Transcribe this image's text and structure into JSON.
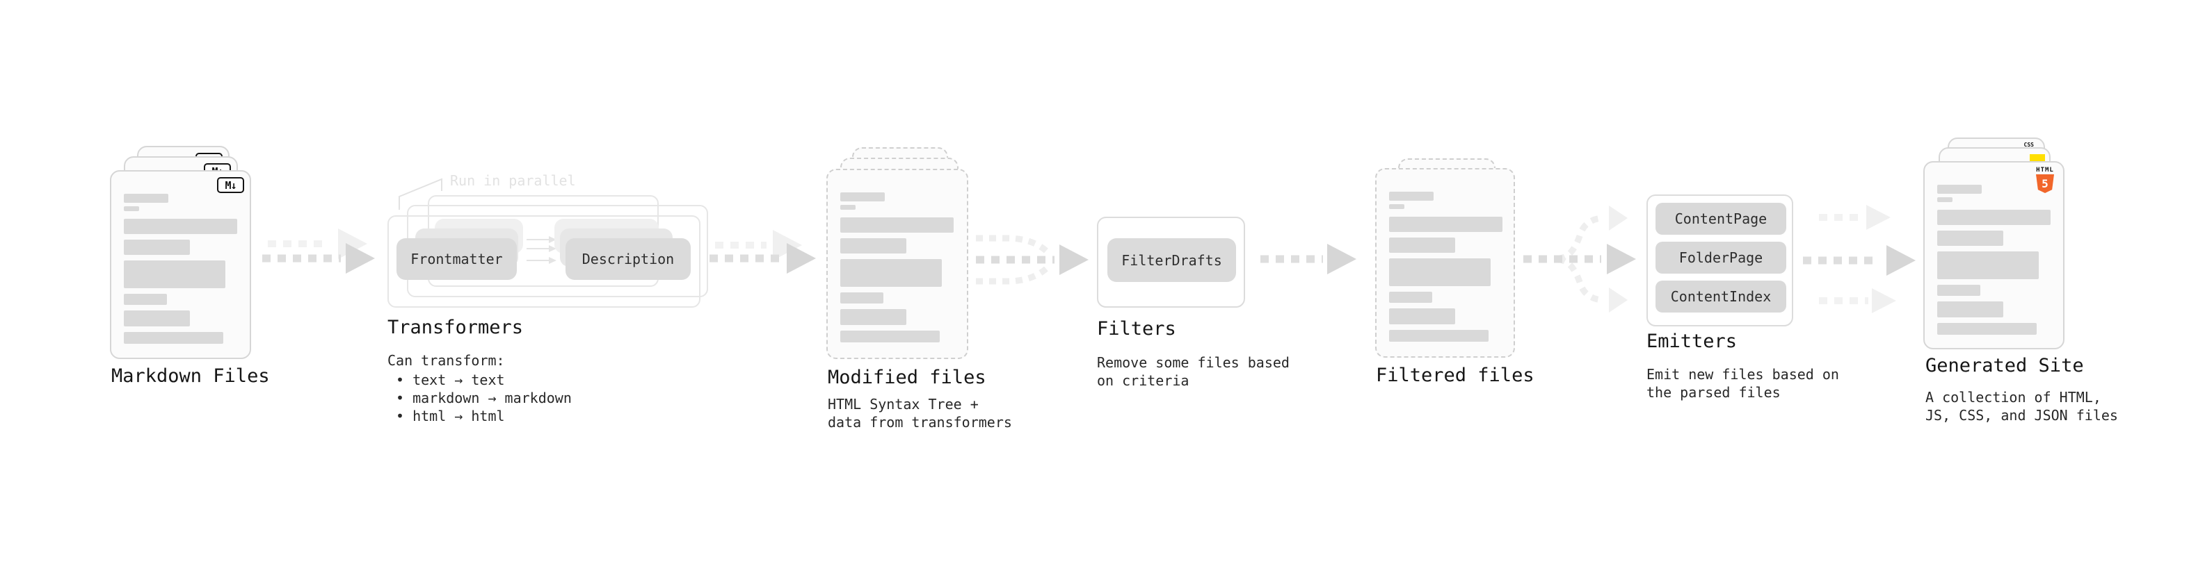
{
  "sections": {
    "markdown": {
      "title": "Markdown Files",
      "icon_label": "M↓"
    },
    "transformers": {
      "note": "Run in parallel",
      "chip_left": "Frontmatter",
      "chip_right": "Description",
      "title": "Transformers",
      "lines": [
        "Can transform:",
        "• text → text",
        "• markdown → markdown",
        "• html → html"
      ]
    },
    "modified": {
      "title": "Modified files",
      "lines": [
        "HTML Syntax Tree +",
        "data from transformers"
      ]
    },
    "filters": {
      "title": "Filters",
      "chip": "FilterDrafts",
      "lines": [
        "Remove some files based",
        "on criteria"
      ]
    },
    "filtered": {
      "title": "Filtered files"
    },
    "emitters": {
      "title": "Emitters",
      "chips": [
        "ContentPage",
        "FolderPage",
        "ContentIndex"
      ],
      "lines": [
        "Emit new files based on",
        "the parsed files"
      ]
    },
    "generated": {
      "title": "Generated Site",
      "lines": [
        "A collection of HTML,",
        "JS, CSS, and JSON files"
      ],
      "css_badge": "CSS",
      "html_label": "HTML",
      "html_five": "5"
    }
  },
  "colors": {
    "html5_orange": "#f1662a",
    "css_blue": "#2c63f0",
    "js_yellow": "#ffdf00",
    "placeholder_bar": "#d9d9d9"
  }
}
